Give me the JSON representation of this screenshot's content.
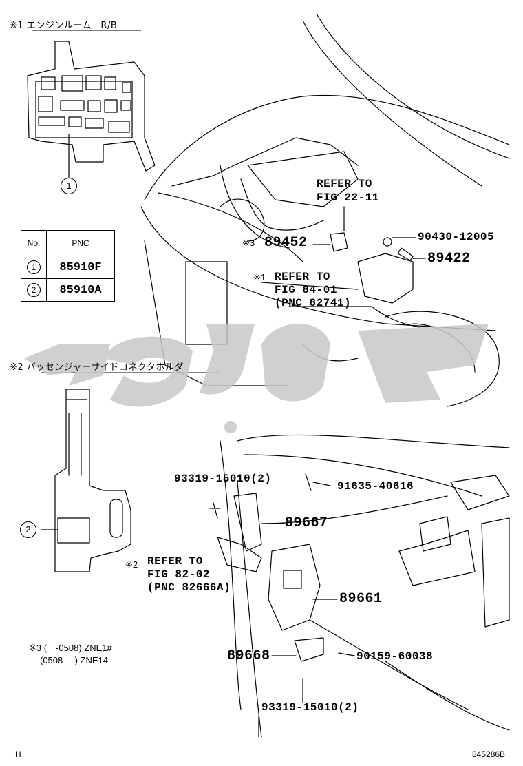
{
  "headers": {
    "note1": "※1 エンジンルーム　R/B",
    "note2": "※2 パッセンジャーサイドコネクタホルダ"
  },
  "table": {
    "col_no": "No.",
    "col_pnc": "PNC",
    "rows": [
      {
        "no": "1",
        "pnc": "85910F"
      },
      {
        "no": "2",
        "pnc": "85910A"
      }
    ]
  },
  "callouts": {
    "one": "1",
    "two": "2"
  },
  "labels": {
    "refer_22_line1": "REFER TO",
    "refer_22_line2": "FIG 22-11",
    "p89452": "89452",
    "mark3": "※3",
    "p90430": "90430-12005",
    "p89422": "89422",
    "mark1": "※1",
    "refer_84_line1": "REFER TO",
    "refer_84_line2": "FIG 84-01",
    "refer_84_line3": "(PNC 82741)",
    "p93319_top": "93319-15010(2)",
    "p91635": "91635-40616",
    "p89667": "89667",
    "mark2": "※2",
    "refer_82_line1": "REFER TO",
    "refer_82_line2": "FIG 82-02",
    "refer_82_line3": "(PNC 82666A)",
    "p89661": "89661",
    "p89668": "89668",
    "p90159": "90159-60038",
    "p93319_bottom": "93319-15010(2)"
  },
  "footnote": {
    "line1": "※3 (　-0508) ZNE1#",
    "line2": "(0508-　) ZNE14"
  },
  "footer": {
    "left": "H",
    "right": "845286B"
  },
  "colors": {
    "line": "#000000",
    "watermark": "#c8c8c8"
  }
}
